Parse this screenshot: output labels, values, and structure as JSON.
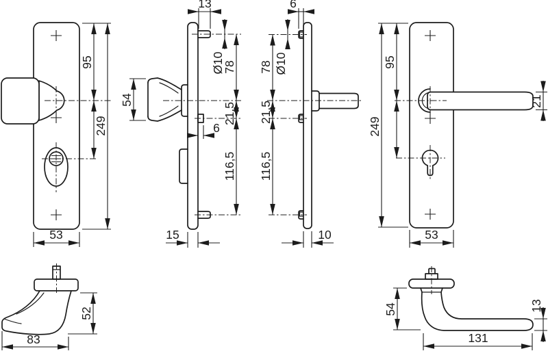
{
  "drawing": {
    "background": "#ffffff",
    "line_color": "#1c1c1c",
    "figures": {
      "knob_plate_front": {
        "dims": {
          "top_to_knob": "95",
          "total_height": "249",
          "width": "53"
        }
      },
      "knob_plate_side": {
        "dims": {
          "bolt_length": "13",
          "bolt_diameter": "Ø10",
          "top_bolt_to_center": "78",
          "knob_height": "54",
          "center_to_pin": "21,5",
          "pin_length": "6",
          "pin_to_bottom_bolt": "116,5",
          "plate_thickness": "15"
        }
      },
      "spindle_plate_side": {
        "dims": {
          "bolt_length": "6",
          "bolt_diameter": "Ø10",
          "top_bolt_to_center": "78",
          "center_to_pin": "21,5",
          "pin_to_bottom_bolt": "116,5",
          "plate_thickness": "10"
        }
      },
      "lever_plate_front": {
        "dims": {
          "top_to_lever": "95",
          "total_height": "249",
          "lever_thickness": "21",
          "width": "53"
        }
      },
      "knob_profile": {
        "dims": {
          "height": "52",
          "length": "83"
        }
      },
      "lever_profile": {
        "dims": {
          "height": "54",
          "bar_thickness": "13",
          "length": "131"
        }
      }
    }
  }
}
